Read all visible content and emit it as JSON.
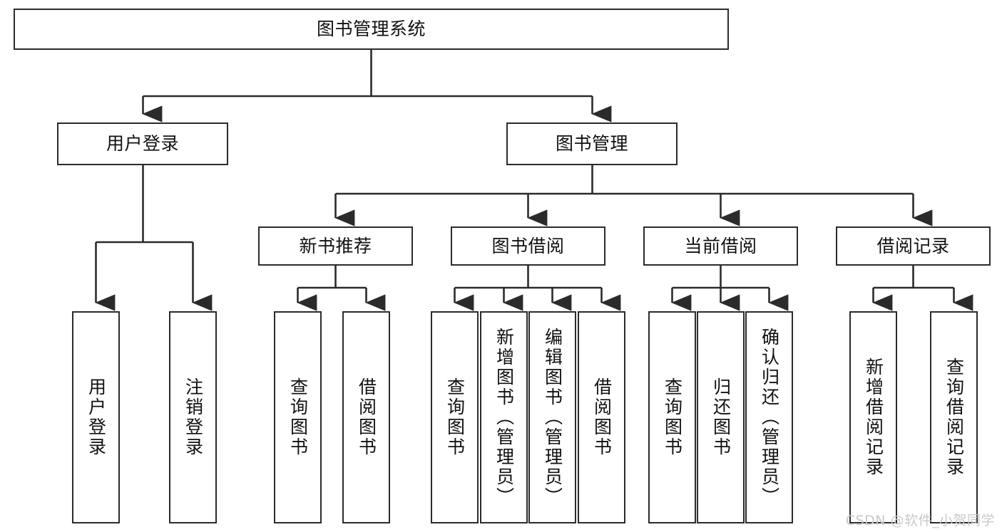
{
  "diagram": {
    "type": "tree-hierarchy",
    "title": "图书管理系统",
    "colors": {
      "background": "#ffffff",
      "box_border": "#2b2b2b",
      "box_fill": "#ffffff",
      "connector": "#2b2b2b",
      "text": "#111111",
      "watermark": "#c9c9c9"
    },
    "root": {
      "label": "图书管理系统"
    },
    "level2": [
      {
        "label": "用户登录"
      },
      {
        "label": "图书管理"
      }
    ],
    "level3": [
      {
        "label": "新书推荐"
      },
      {
        "label": "图书借阅"
      },
      {
        "label": "当前借阅"
      },
      {
        "label": "借阅记录"
      }
    ],
    "leaves": {
      "user_login": [
        {
          "label": "用户登录"
        },
        {
          "label": "注销登录"
        }
      ],
      "new_book_recommend": [
        {
          "label": "查询图书"
        },
        {
          "label": "借阅图书"
        }
      ],
      "book_borrow": [
        {
          "label": "查询图书"
        },
        {
          "label": "新增图书（管理员）"
        },
        {
          "label": "编辑图书（管理员）"
        },
        {
          "label": "借阅图书"
        }
      ],
      "current_borrow": [
        {
          "label": "查询图书"
        },
        {
          "label": "归还图书"
        },
        {
          "label": "确认归还（管理员）"
        }
      ],
      "borrow_record": [
        {
          "label": "新增借阅记录"
        },
        {
          "label": "查询借阅记录"
        }
      ]
    },
    "watermark": "CSDN @软件_小贺同学"
  }
}
